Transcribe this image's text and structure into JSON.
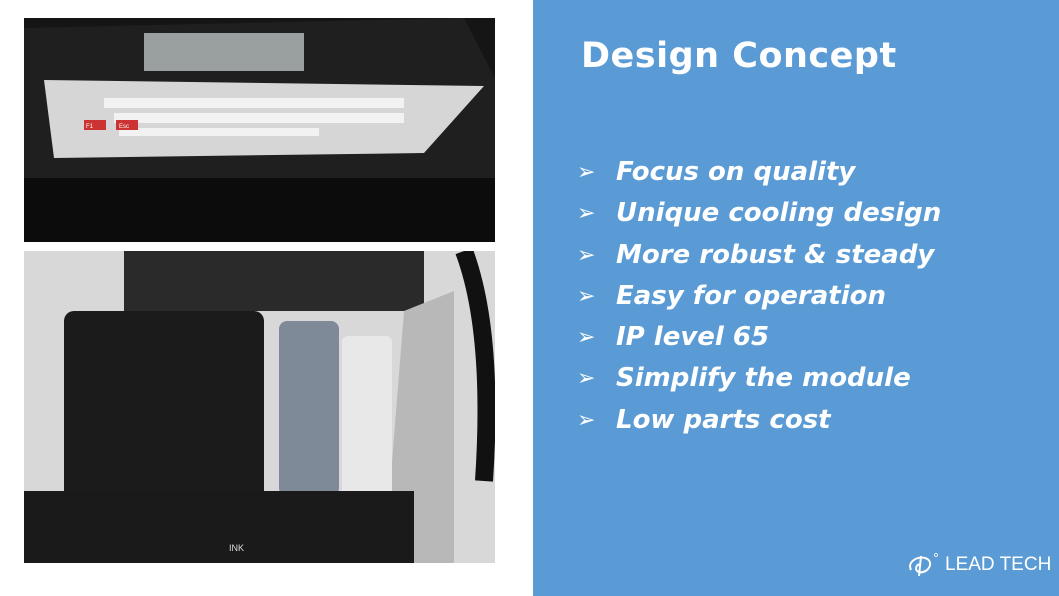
{
  "slide": {
    "title": "Design Concept",
    "bullet_icon": "arrowhead-bullet",
    "bullets": [
      "Focus on quality",
      "Unique cooling design",
      "More robust & steady",
      "Easy for operation",
      "IP level 65",
      "Simplify the module",
      "Low parts cost"
    ],
    "brand": "LEAD TECH",
    "colors": {
      "panel": "#5b9bd5",
      "text": "#ffffff"
    }
  },
  "photos": {
    "top_label_keys": [
      "F1",
      "Esc"
    ],
    "bottom_label": "INK"
  }
}
